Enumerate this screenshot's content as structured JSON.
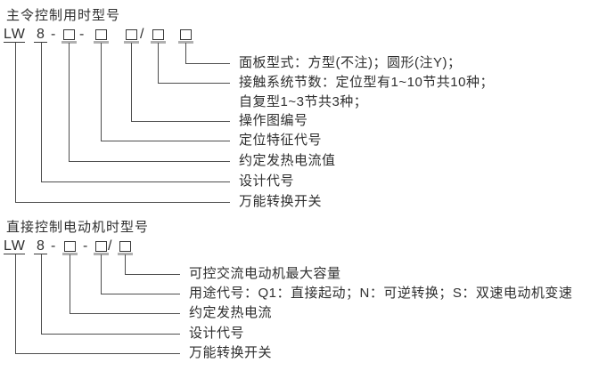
{
  "section1": {
    "title": "主令控制用时型号",
    "model": {
      "prefix": "LW",
      "design_digit": "8",
      "dash": "-",
      "slash": "/"
    },
    "labels": [
      "面板型式：方型(不注)；圆形(注Y)；",
      "接触系统节数：定位型有1~10节共10种；",
      "自复型1~3节共3种；",
      "操作图编号",
      "定位特征代号",
      "约定发热电流值",
      "设计代号",
      "万能转换开关"
    ]
  },
  "section2": {
    "title": "直接控制电动机时型号",
    "model": {
      "prefix": "LW",
      "design_digit": "8",
      "dash": "-",
      "slash": "/"
    },
    "labels": [
      "可控交流电动机最大容量",
      "用途代号：Q1：直接起动；N：可逆转换；S：双速电动机变速",
      "约定发热电流",
      "设计代号",
      "万能转换开关"
    ]
  },
  "colors": {
    "text": "#2f2f2f",
    "line": "#4d4d4d",
    "box_border": "#3a3a3a",
    "box_shadow": "#b0b0b0",
    "background": "#ffffff"
  }
}
